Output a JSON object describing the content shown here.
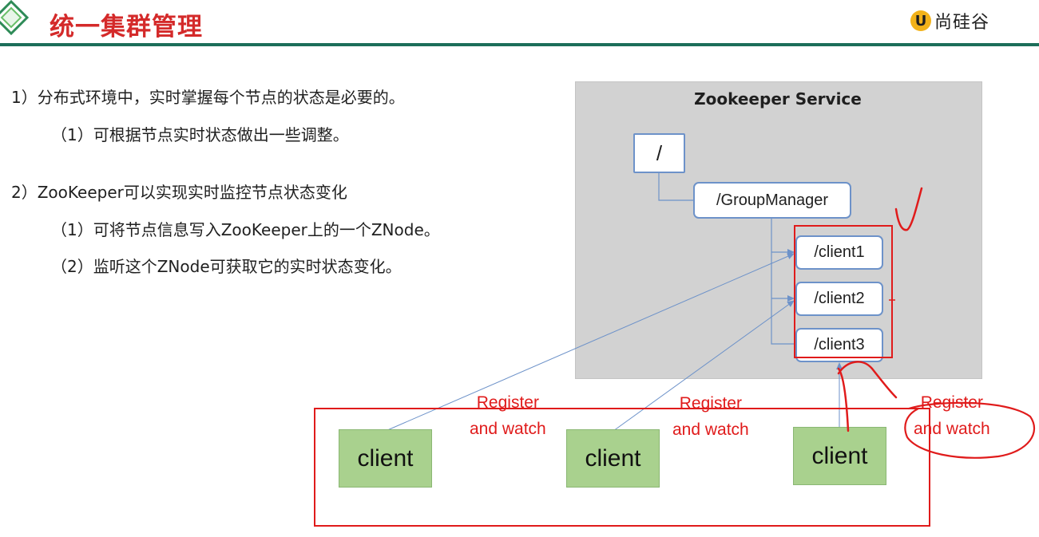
{
  "header": {
    "title": "统一集群管理",
    "logo_mark": "U",
    "logo_text": "尚硅谷"
  },
  "content": {
    "lines": [
      "1）分布式环境中，实时掌握每个节点的状态是必要的。",
      "（1）可根据节点实时状态做出一些调整。",
      "2）ZooKeeper可以实现实时监控节点状态变化",
      "（1）可将节点信息写入ZooKeeper上的一个ZNode。",
      "（2）监听这个ZNode可获取它的实时状态变化。"
    ]
  },
  "diagram": {
    "service_title": "Zookeeper Service",
    "root_node": "/",
    "group_node": "/GroupManager",
    "child_nodes": [
      "/client1",
      "/client2",
      "/client3"
    ],
    "clients": [
      "client",
      "client",
      "client"
    ],
    "register_label_1": "Register",
    "register_label_2": "and watch",
    "colors": {
      "service_bg": "#d2d2d2",
      "node_border": "#6d92c9",
      "client_fill": "#a9d18e",
      "annotation": "#e01b1b",
      "header_line": "#1d6e5a",
      "title": "#d42a2a"
    }
  }
}
